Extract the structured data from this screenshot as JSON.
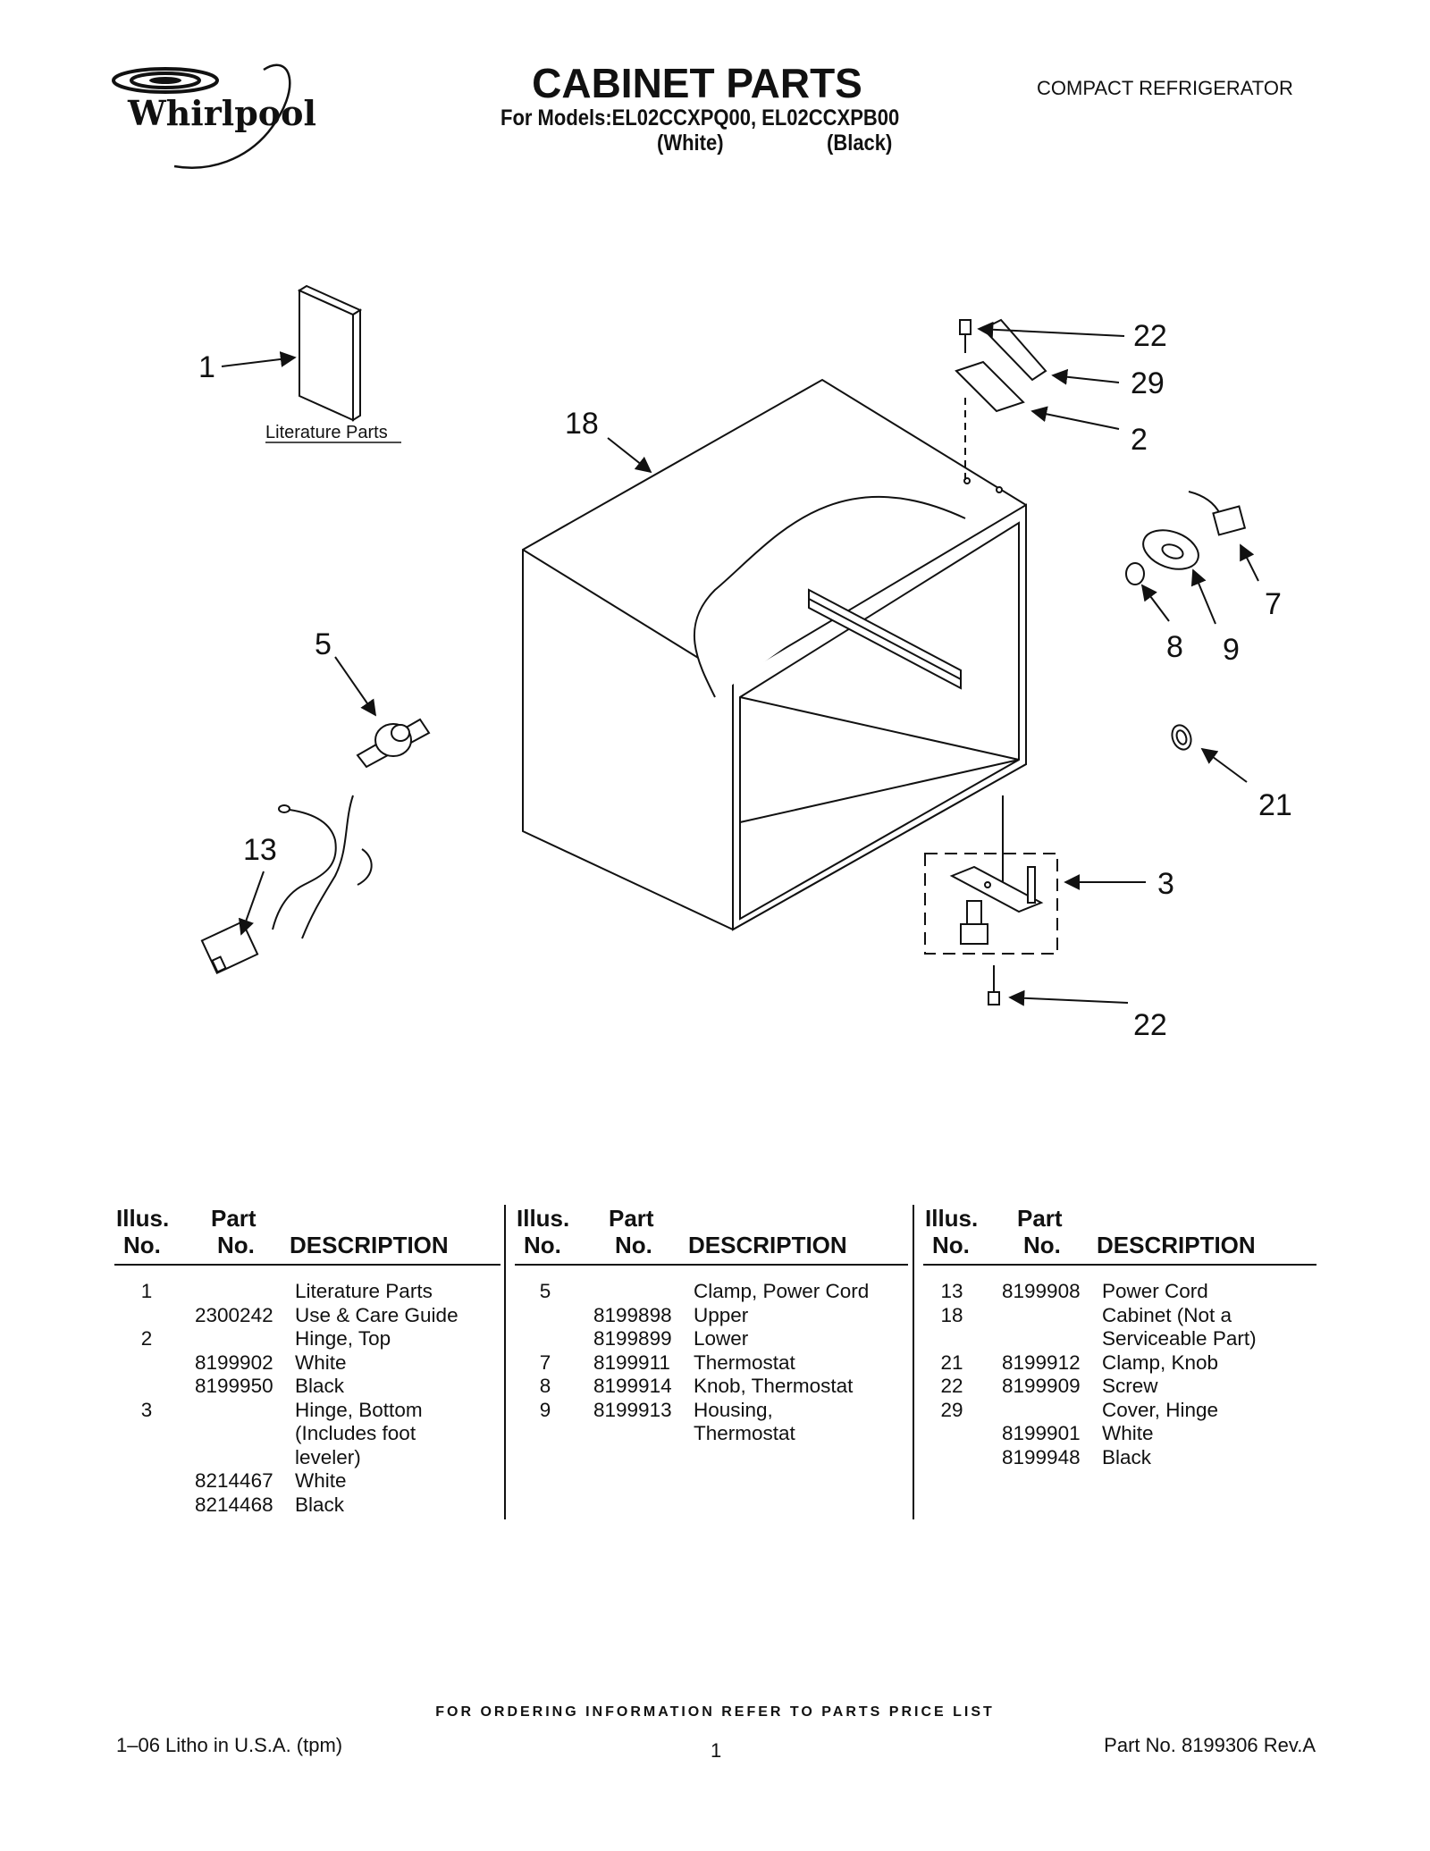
{
  "header": {
    "brand": "Whirlpool",
    "title": "CABINET PARTS",
    "models": "For Models:EL02CCXPQ00, EL02CCXPB00",
    "variant_1": "(White)",
    "variant_2": "(Black)",
    "category": "COMPACT REFRIGERATOR"
  },
  "diagram": {
    "literature_label": "Literature Parts",
    "callouts": {
      "c1": "1",
      "c2": "2",
      "c3": "3",
      "c5": "5",
      "c7": "7",
      "c8": "8",
      "c9": "9",
      "c13": "13",
      "c18": "18",
      "c21": "21",
      "c22_top": "22",
      "c22_bottom": "22",
      "c29": "29"
    }
  },
  "table": {
    "headers": {
      "illus_1": "Illus.",
      "illus_2": "No.",
      "part_1": "Part",
      "part_2": "No.",
      "description": "DESCRIPTION"
    },
    "columns": [
      [
        {
          "illus": "1",
          "part": "",
          "desc": "Literature Parts"
        },
        {
          "illus": "",
          "part": "2300242",
          "desc": "Use & Care Guide"
        },
        {
          "illus": "2",
          "part": "",
          "desc": "Hinge, Top"
        },
        {
          "illus": "",
          "part": "8199902",
          "desc": "White"
        },
        {
          "illus": "",
          "part": "8199950",
          "desc": "Black"
        },
        {
          "illus": "3",
          "part": "",
          "desc": "Hinge, Bottom"
        },
        {
          "illus": "",
          "part": "",
          "desc": "(Includes foot"
        },
        {
          "illus": "",
          "part": "",
          "desc": "leveler)"
        },
        {
          "illus": "",
          "part": "8214467",
          "desc": "White"
        },
        {
          "illus": "",
          "part": "8214468",
          "desc": "Black"
        }
      ],
      [
        {
          "illus": "5",
          "part": "",
          "desc": "Clamp, Power Cord"
        },
        {
          "illus": "",
          "part": "8199898",
          "desc": "Upper"
        },
        {
          "illus": "",
          "part": "8199899",
          "desc": "Lower"
        },
        {
          "illus": "7",
          "part": "8199911",
          "desc": "Thermostat"
        },
        {
          "illus": "8",
          "part": "8199914",
          "desc": "Knob, Thermostat"
        },
        {
          "illus": "9",
          "part": "8199913",
          "desc": "Housing,"
        },
        {
          "illus": "",
          "part": "",
          "desc": "Thermostat"
        }
      ],
      [
        {
          "illus": "13",
          "part": "8199908",
          "desc": "Power Cord"
        },
        {
          "illus": "18",
          "part": "",
          "desc": "Cabinet (Not a"
        },
        {
          "illus": "",
          "part": "",
          "desc": "Serviceable Part)"
        },
        {
          "illus": "21",
          "part": "8199912",
          "desc": "Clamp, Knob"
        },
        {
          "illus": "22",
          "part": "8199909",
          "desc": "Screw"
        },
        {
          "illus": "29",
          "part": "",
          "desc": "Cover, Hinge"
        },
        {
          "illus": "",
          "part": "8199901",
          "desc": "White"
        },
        {
          "illus": "",
          "part": "8199948",
          "desc": "Black"
        }
      ]
    ]
  },
  "footer": {
    "ordering": "FOR ORDERING INFORMATION REFER TO PARTS PRICE LIST",
    "litho": "1–06 Litho in U.S.A. (tpm)",
    "page": "1",
    "part_no": "Part No. 8199306 Rev.A"
  }
}
